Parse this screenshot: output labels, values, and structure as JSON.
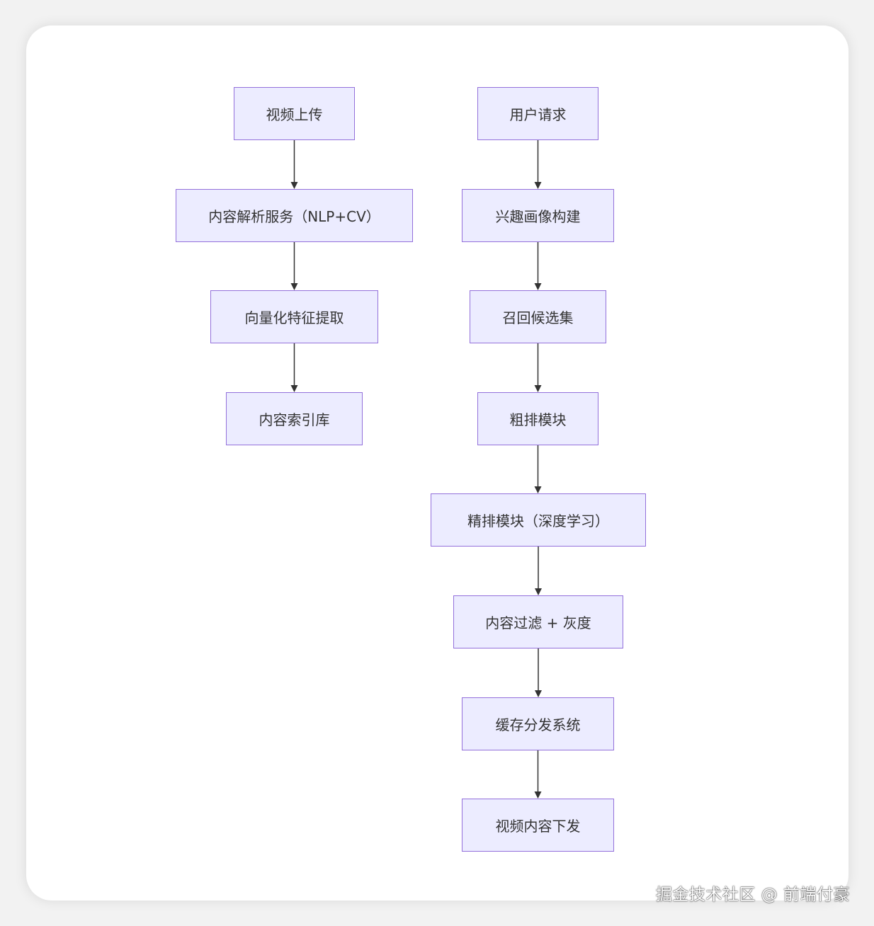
{
  "colors": {
    "node_fill": "#ececff",
    "node_border": "#9370db",
    "edge": "#333333",
    "background": "#ffffff"
  },
  "nodes": {
    "video_upload": "视频上传",
    "content_parse": "内容解析服务（NLP+CV）",
    "vector_extract": "向量化特征提取",
    "content_index": "内容索引库",
    "user_request": "用户请求",
    "interest_profile": "兴趣画像构建",
    "recall_candidates": "召回候选集",
    "coarse_rank": "粗排模块",
    "fine_rank": "精排模块（深度学习）",
    "content_filter": "内容过滤 + 灰度",
    "cache_distribution": "缓存分发系统",
    "video_delivery": "视频内容下发"
  },
  "edges": [
    [
      "video_upload",
      "content_parse"
    ],
    [
      "content_parse",
      "vector_extract"
    ],
    [
      "vector_extract",
      "content_index"
    ],
    [
      "user_request",
      "interest_profile"
    ],
    [
      "interest_profile",
      "recall_candidates"
    ],
    [
      "recall_candidates",
      "coarse_rank"
    ],
    [
      "coarse_rank",
      "fine_rank"
    ],
    [
      "fine_rank",
      "content_filter"
    ],
    [
      "content_filter",
      "cache_distribution"
    ],
    [
      "cache_distribution",
      "video_delivery"
    ]
  ],
  "watermark": "掘金技术社区 @ 前端付豪"
}
